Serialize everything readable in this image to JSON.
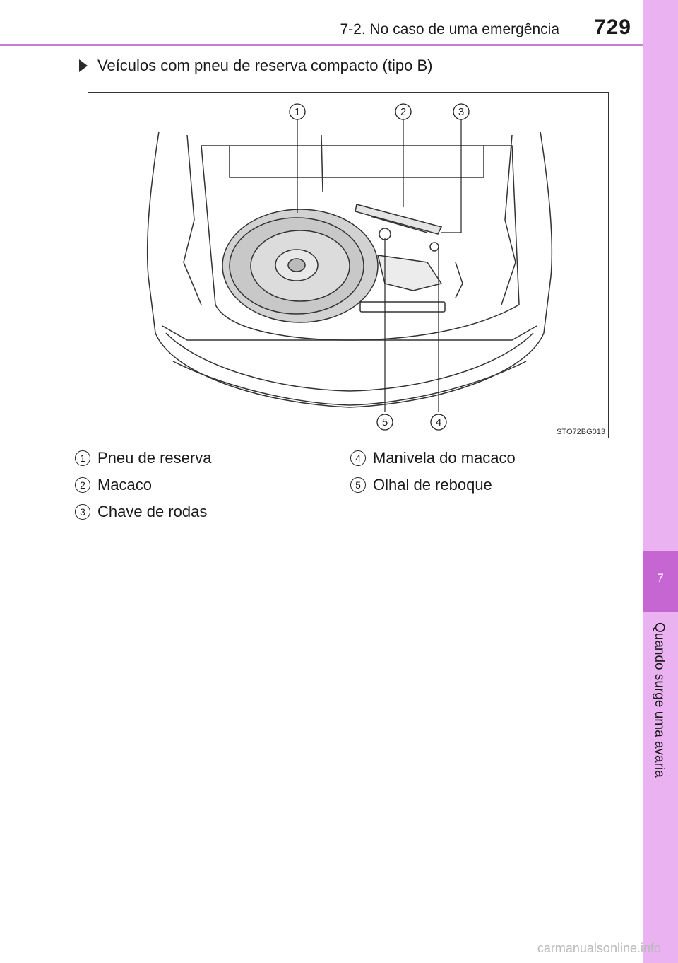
{
  "header": {
    "section_title": "7-2. No caso de uma emergência",
    "page_number": "729"
  },
  "side_tab": {
    "chapter_number": "7",
    "chapter_label": "Quando surge uma avaria"
  },
  "subheading": "Veículos com pneu de reserva compacto (tipo B)",
  "figure": {
    "code": "STO72BG013",
    "callouts": [
      "1",
      "2",
      "3",
      "4",
      "5"
    ]
  },
  "legend": [
    {
      "num": "1",
      "label": "Pneu de reserva"
    },
    {
      "num": "2",
      "label": "Macaco"
    },
    {
      "num": "3",
      "label": "Chave de rodas"
    },
    {
      "num": "4",
      "label": "Manivela do macaco"
    },
    {
      "num": "5",
      "label": "Olhal de reboque"
    }
  ],
  "watermark": "carmanualsonline.info"
}
